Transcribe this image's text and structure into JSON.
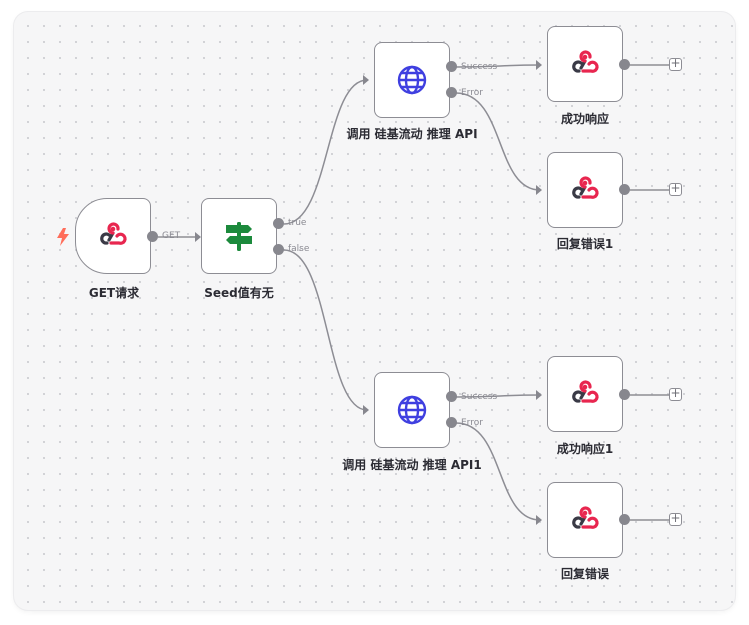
{
  "nodes": {
    "get_request": {
      "label": "GET请求",
      "icon": "webhook-icon"
    },
    "seed_check": {
      "label": "Seed值有无",
      "icon": "signpost-icon"
    },
    "call_api_1": {
      "label": "调用 硅基流动 推理 API",
      "icon": "globe-icon"
    },
    "call_api_2": {
      "label": "调用 硅基流动 推理 API1",
      "icon": "globe-icon"
    },
    "success_resp": {
      "label": "成功响应",
      "icon": "webhook-icon"
    },
    "error_resp_1": {
      "label": "回复错误1",
      "icon": "webhook-icon"
    },
    "success_resp_1": {
      "label": "成功响应1",
      "icon": "webhook-icon"
    },
    "error_resp": {
      "label": "回复错误",
      "icon": "webhook-icon"
    }
  },
  "connection_labels": {
    "get": "GET",
    "true": "true",
    "false": "false",
    "success_1": "Success",
    "error_1": "Error",
    "success_2": "Success",
    "error_2": "Error"
  },
  "colors": {
    "webhook_red": "#e8264f",
    "webhook_dark": "#3a3a46",
    "globe_blue": "#3f3fe0",
    "signpost_green": "#1c8a3c",
    "trigger_orange": "#ff6d5a"
  },
  "add_button": "+"
}
